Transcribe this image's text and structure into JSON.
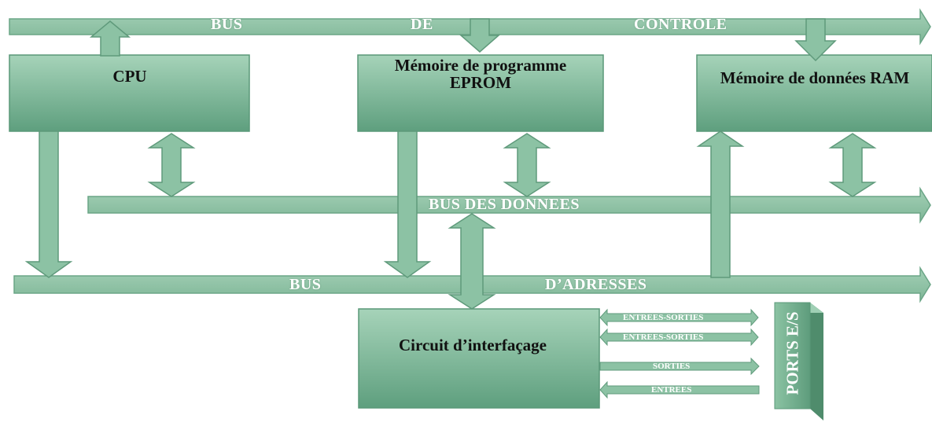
{
  "buses": {
    "control": {
      "word1": "BUS",
      "word2": "DE",
      "word3": "CONTROLE"
    },
    "data": {
      "label": "BUS DES DONNEES"
    },
    "address": {
      "word1": "BUS",
      "word2": "D’ADRESSES"
    }
  },
  "blocks": {
    "cpu": {
      "label": "CPU"
    },
    "program_memory": {
      "line1": "Mémoire de programme",
      "line2": "EPROM"
    },
    "data_memory": {
      "label": "Mémoire de données RAM"
    },
    "interface": {
      "label": "Circuit d’interfaçage"
    }
  },
  "io_lines": [
    "ENTREES-SORTIES",
    "ENTREES-SORTIES",
    "SORTIES",
    "ENTREES"
  ],
  "ports": {
    "label": "PORTS E/S"
  },
  "colors": {
    "fill": "#8cc2a4",
    "fill_light": "#a9d4bb",
    "stroke": "#5f9a7b",
    "box_top": "#a3d1b6",
    "box_bottom": "#63a583",
    "text": "#111111"
  }
}
